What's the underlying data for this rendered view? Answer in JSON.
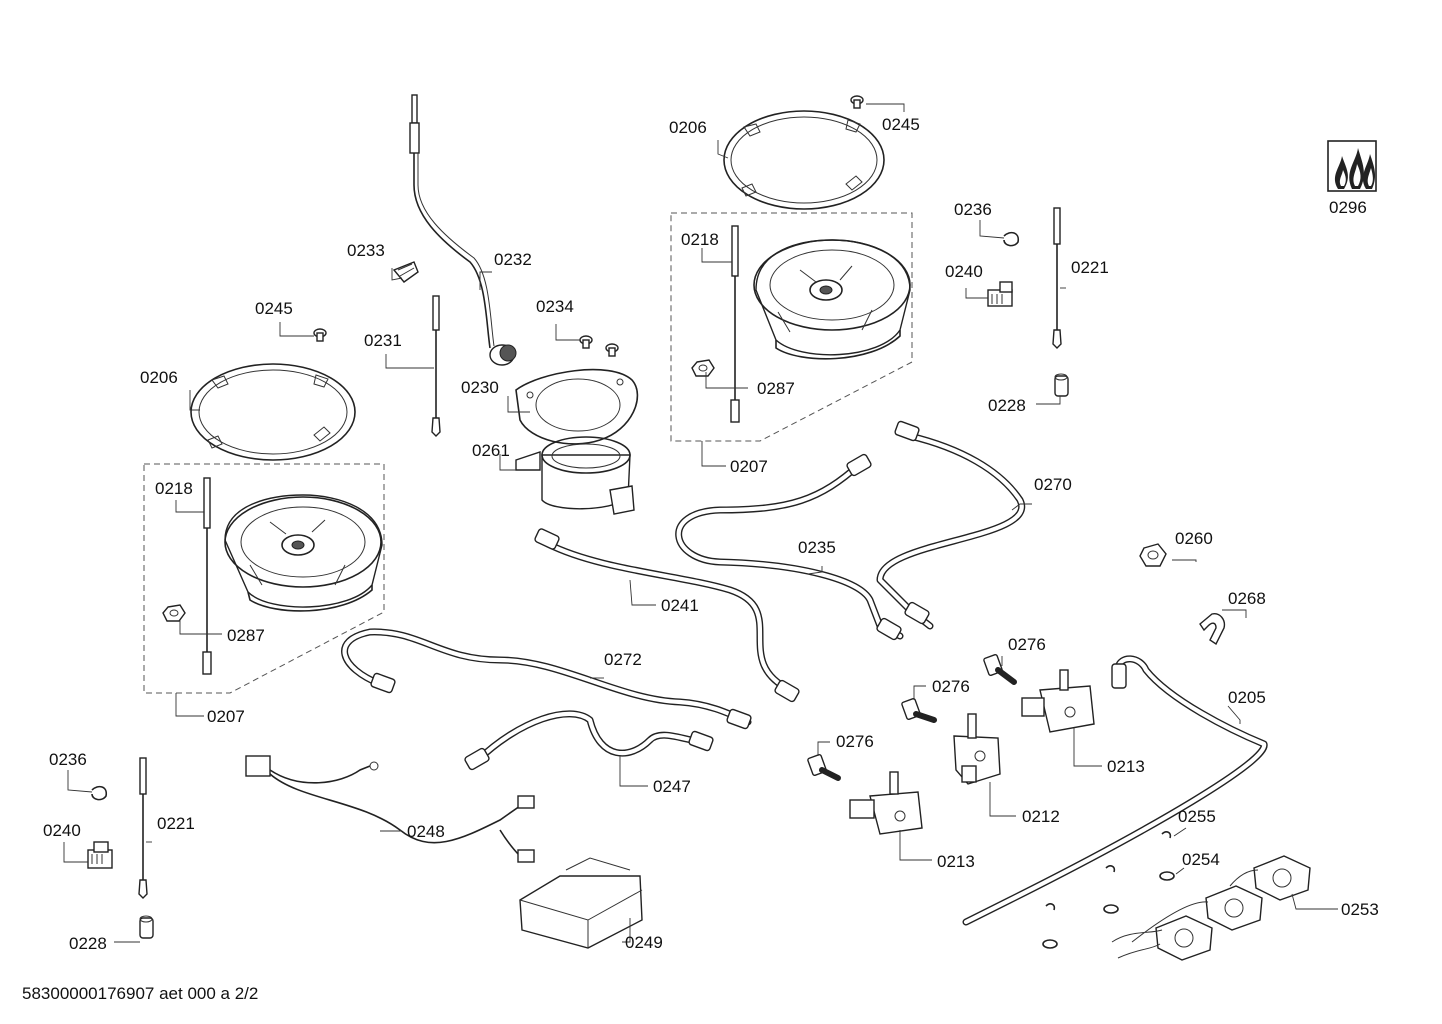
{
  "diagram": {
    "document_id": "58300000176907 aet 000 a 2/2",
    "callouts": [
      {
        "id": "c0206a",
        "text": "0206"
      },
      {
        "id": "c0245a",
        "text": "0245"
      },
      {
        "id": "c0206b",
        "text": "0206"
      },
      {
        "id": "c0245b",
        "text": "0245"
      },
      {
        "id": "c0233",
        "text": "0233"
      },
      {
        "id": "c0232",
        "text": "0232"
      },
      {
        "id": "c0234",
        "text": "0234"
      },
      {
        "id": "c0231",
        "text": "0231"
      },
      {
        "id": "c0230",
        "text": "0230"
      },
      {
        "id": "c0261",
        "text": "0261"
      },
      {
        "id": "c0218a",
        "text": "0218"
      },
      {
        "id": "c0287a",
        "text": "0287"
      },
      {
        "id": "c0207a",
        "text": "0207"
      },
      {
        "id": "c0218b",
        "text": "0218"
      },
      {
        "id": "c0287b",
        "text": "0287"
      },
      {
        "id": "c0207b",
        "text": "0207"
      },
      {
        "id": "c0236a",
        "text": "0236"
      },
      {
        "id": "c0240a",
        "text": "0240"
      },
      {
        "id": "c0221a",
        "text": "0221"
      },
      {
        "id": "c0228a",
        "text": "0228"
      },
      {
        "id": "c0296",
        "text": "0296"
      },
      {
        "id": "c0270",
        "text": "0270"
      },
      {
        "id": "c0235",
        "text": "0235"
      },
      {
        "id": "c0241",
        "text": "0241"
      },
      {
        "id": "c0272",
        "text": "0272"
      },
      {
        "id": "c0247",
        "text": "0247"
      },
      {
        "id": "c0248",
        "text": "0248"
      },
      {
        "id": "c0249",
        "text": "0249"
      },
      {
        "id": "c0236b",
        "text": "0236"
      },
      {
        "id": "c0240b",
        "text": "0240"
      },
      {
        "id": "c0221b",
        "text": "0221"
      },
      {
        "id": "c0228b",
        "text": "0228"
      },
      {
        "id": "c0260",
        "text": "0260"
      },
      {
        "id": "c0268",
        "text": "0268"
      },
      {
        "id": "c0276a",
        "text": "0276"
      },
      {
        "id": "c0276b",
        "text": "0276"
      },
      {
        "id": "c0276c",
        "text": "0276"
      },
      {
        "id": "c0205",
        "text": "0205"
      },
      {
        "id": "c0213a",
        "text": "0213"
      },
      {
        "id": "c0212",
        "text": "0212"
      },
      {
        "id": "c0213b",
        "text": "0213"
      },
      {
        "id": "c0255",
        "text": "0255"
      },
      {
        "id": "c0254",
        "text": "0254"
      },
      {
        "id": "c0253",
        "text": "0253"
      }
    ]
  }
}
